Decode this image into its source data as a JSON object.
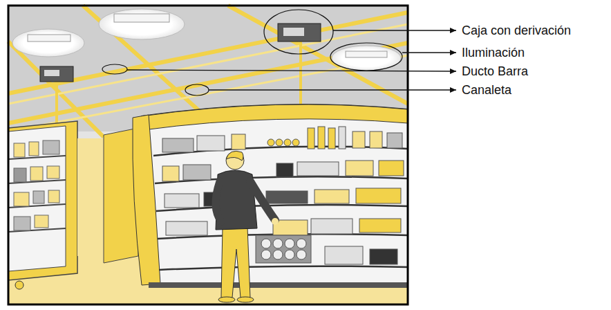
{
  "diagram": {
    "labels": [
      "Caja con derivación",
      "Iluminación",
      "Ducto Barra",
      "Canaleta"
    ]
  }
}
